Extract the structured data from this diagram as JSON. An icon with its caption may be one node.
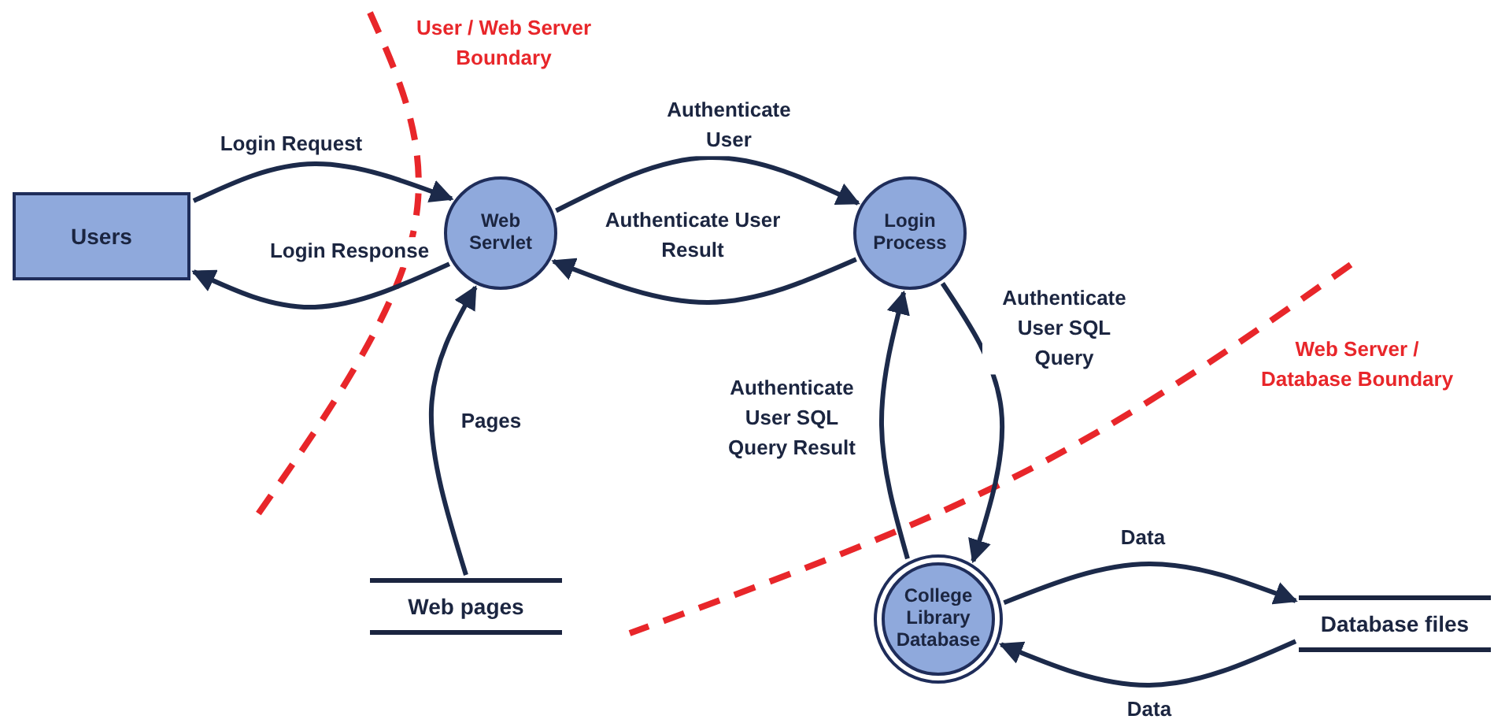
{
  "diagram": {
    "nodes": [
      {
        "text": [
          "Users"
        ]
      },
      {
        "text": [
          "Web Servlet"
        ]
      },
      {
        "text": [
          "Login Process"
        ]
      },
      {
        "text": [
          "Web pages"
        ]
      },
      {
        "text": [
          "College Library Database"
        ]
      },
      {
        "text": [
          "Database files"
        ]
      }
    ],
    "edges": [
      {
        "from": 0,
        "to": 1,
        "arrow": "to",
        "label": "Login Request"
      },
      {
        "from": 1,
        "to": 0,
        "arrow": "to",
        "label": "Login Response"
      },
      {
        "from": 1,
        "to": 2,
        "arrow": "to",
        "label": "Authenticate User"
      },
      {
        "from": 2,
        "to": 1,
        "arrow": "to",
        "label": "Authenticate User Result"
      },
      {
        "from": 2,
        "to": 4,
        "arrow": "to",
        "label": "Authenticate User SQL Query"
      },
      {
        "from": 4,
        "to": 2,
        "arrow": "to",
        "label": "Authenticate User SQL Query Result"
      },
      {
        "from": 3,
        "to": 1,
        "arrow": "to",
        "label": "Pages"
      },
      {
        "from": 4,
        "to": 5,
        "arrow": "to",
        "label": "Data"
      },
      {
        "from": 5,
        "to": 4,
        "arrow": "to",
        "label": "Data"
      }
    ],
    "labels": [
      "User / Web Server Boundary",
      "Web Server / Database Boundary"
    ]
  }
}
